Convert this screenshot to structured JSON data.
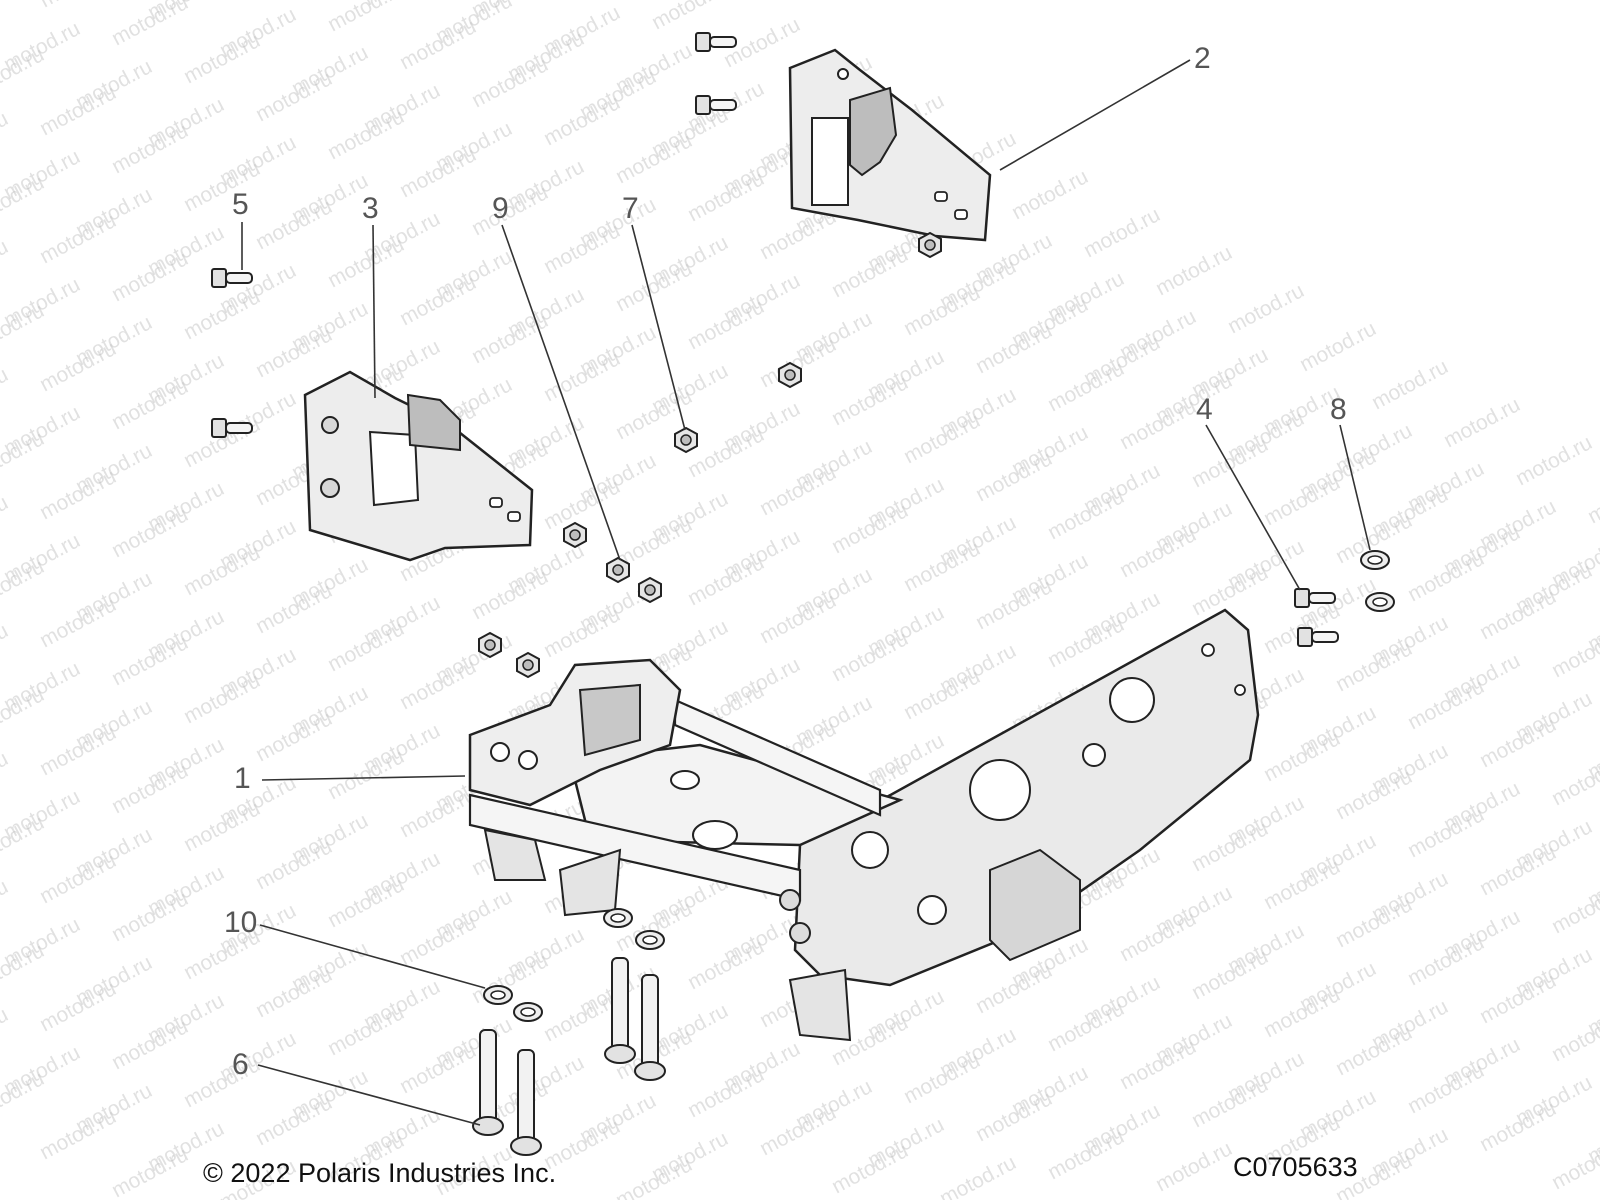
{
  "diagram": {
    "callouts": [
      {
        "id": "1",
        "label": "1"
      },
      {
        "id": "2",
        "label": "2"
      },
      {
        "id": "3",
        "label": "3"
      },
      {
        "id": "4",
        "label": "4"
      },
      {
        "id": "5",
        "label": "5"
      },
      {
        "id": "6",
        "label": "6"
      },
      {
        "id": "7",
        "label": "7"
      },
      {
        "id": "8",
        "label": "8"
      },
      {
        "id": "9",
        "label": "9"
      },
      {
        "id": "10",
        "label": "10"
      }
    ],
    "watermark_text": "motod.ru",
    "copyright": "© 2022 Polaris Industries Inc.",
    "figure_code": "C0705633"
  }
}
